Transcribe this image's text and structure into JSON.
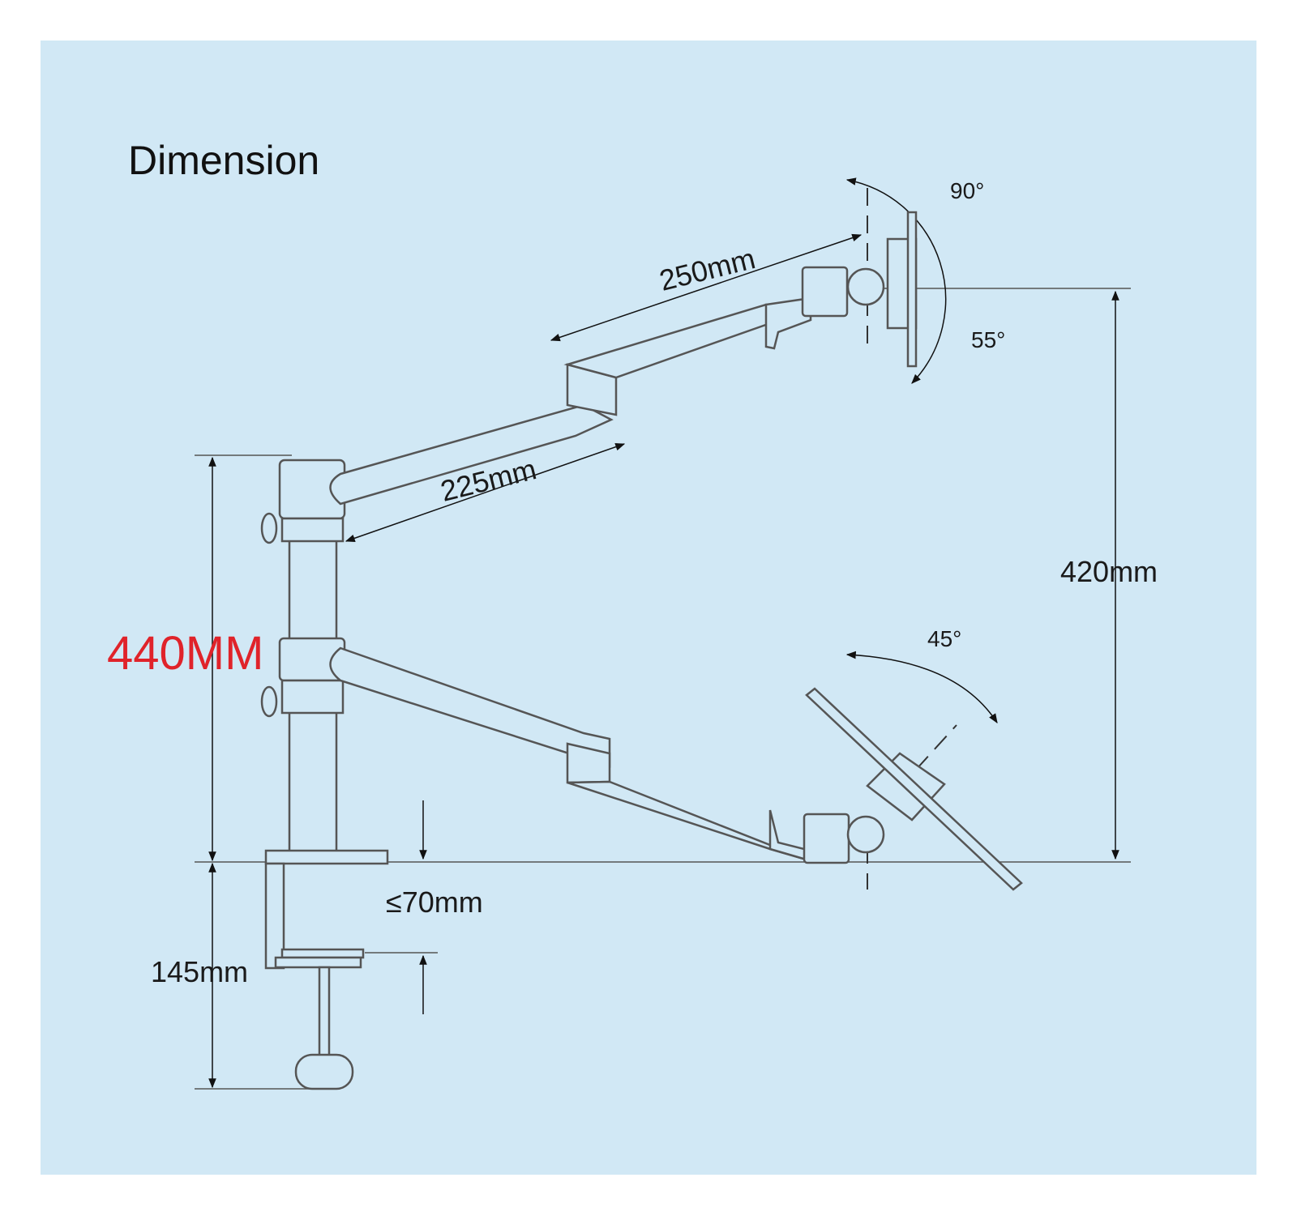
{
  "title": "Dimension",
  "highlight_dimension": "440MM",
  "highlight_color": "#e0232a",
  "background_color": "#d1e8f5",
  "dimensions": {
    "upper_arm_length": "250mm",
    "lower_arm_length": "225mm",
    "height_range": "420mm",
    "clamp_thickness": "≤70mm",
    "clamp_depth": "145mm"
  },
  "angles": {
    "top_tilt_back": "90°",
    "top_tilt_forward": "55°",
    "tray_tilt": "45°"
  }
}
